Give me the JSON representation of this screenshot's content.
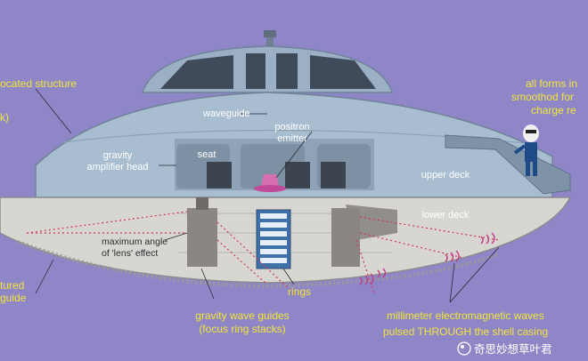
{
  "colors": {
    "background": "#8f86c8",
    "hull": "#a8bdd0",
    "lower_deck": "#d8d6d0",
    "label_yellow": "#f2e63a",
    "beam_red": "#d0345a"
  },
  "labels": {
    "located_structure": "ocated structure",
    "k": "k)",
    "tured": "tured",
    "guide": "guide",
    "waveguide": "waveguide",
    "positron": "positron",
    "emitter": "emitter",
    "gravity": "gravity",
    "amplifier_head": "amplifier head",
    "seat": "seat",
    "upper_deck": "upper deck",
    "lower_deck": "lower deck",
    "maximum_angle": "maximum angle",
    "lens_effect": "of 'lens' effect",
    "rings": "rings",
    "gravity_wave_guides": "gravity wave guides",
    "focus_ring_stacks": "(focus ring stacks)",
    "all_forms": "all forms in",
    "smoothed": "smoothod for",
    "charge": "charge re",
    "millimeter": "millimeter electromagnetic waves",
    "pulsed": "pulsed THROUGH the shell casing"
  },
  "watermark": "奇思妙想草叶君"
}
